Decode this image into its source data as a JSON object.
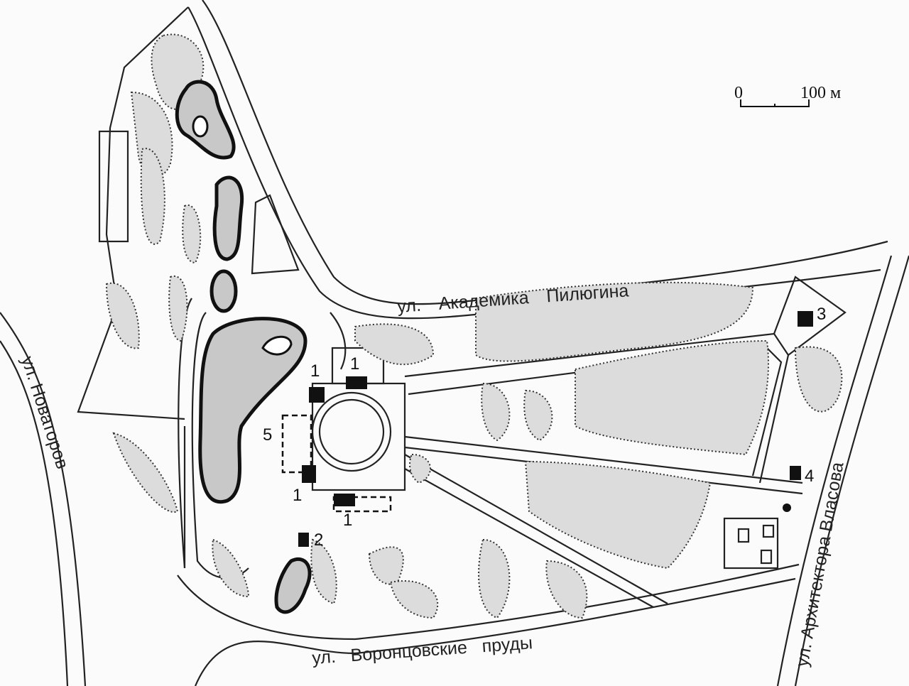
{
  "streets": {
    "akademika_pilyugina": "ул. Академика Пилюгина",
    "novatorov": "ул. Новаторов",
    "arkhitektora_vlasova": "ул. Архитектора Власова",
    "vorontsovskie_prudy": "ул. Воронцовские пруды"
  },
  "scale_bar": {
    "start": "0",
    "end": "100 м"
  },
  "markers": [
    "1",
    "1",
    "1",
    "1",
    "2",
    "3",
    "4",
    "5"
  ],
  "colors": {
    "water": "#c8c8c8",
    "greenery": "#dcdcdc",
    "building": "#111111"
  }
}
